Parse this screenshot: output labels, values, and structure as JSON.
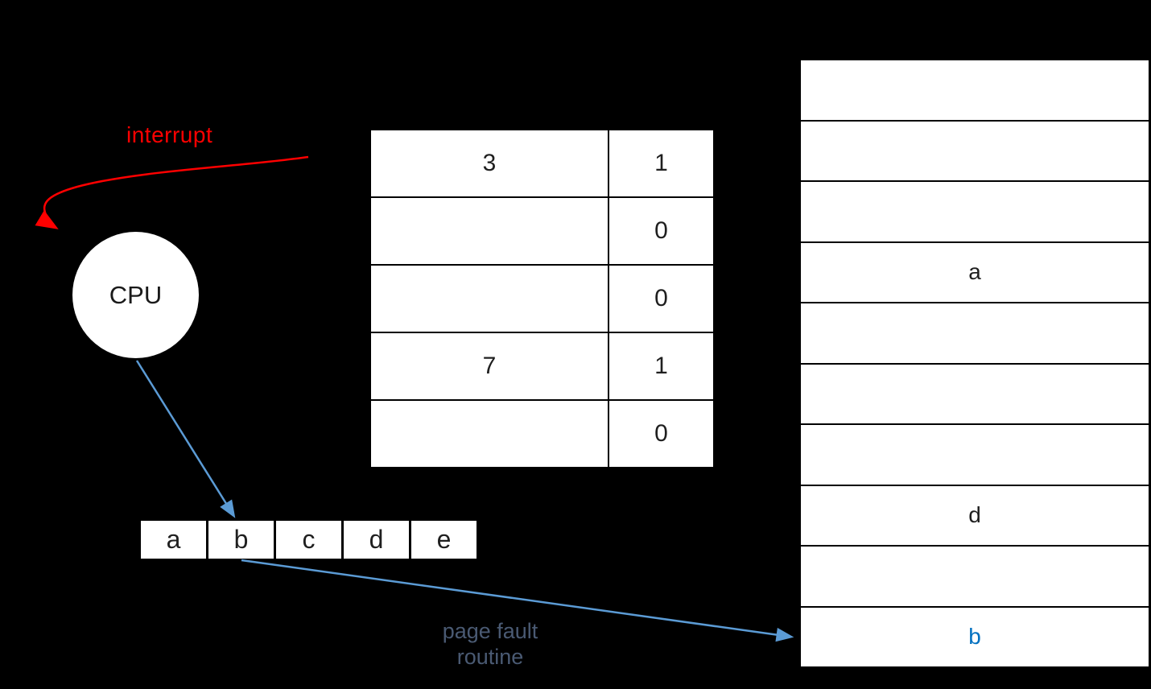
{
  "labels": {
    "interrupt": "interrupt",
    "cpu": "CPU",
    "page_fault_line1": "page fault",
    "page_fault_line2": "routine"
  },
  "page_table": {
    "rows": [
      {
        "frame": "3",
        "valid": "1"
      },
      {
        "frame": "",
        "valid": "0"
      },
      {
        "frame": "",
        "valid": "0"
      },
      {
        "frame": "7",
        "valid": "1"
      },
      {
        "frame": "",
        "valid": "0"
      }
    ]
  },
  "logical_memory": {
    "cells": [
      "a",
      "b",
      "c",
      "d",
      "e"
    ]
  },
  "physical_memory": {
    "cells": [
      "",
      "",
      "",
      "a",
      "",
      "",
      "",
      "d",
      "",
      "b"
    ],
    "highlighted_cell": "b"
  },
  "colors": {
    "background": "#000000",
    "interrupt_red": "#ff0000",
    "arrow_blue": "#5b9bd5",
    "highlight_blue": "#0070c0",
    "routine_slate": "#4a5a73",
    "cell_white": "#ffffff"
  }
}
